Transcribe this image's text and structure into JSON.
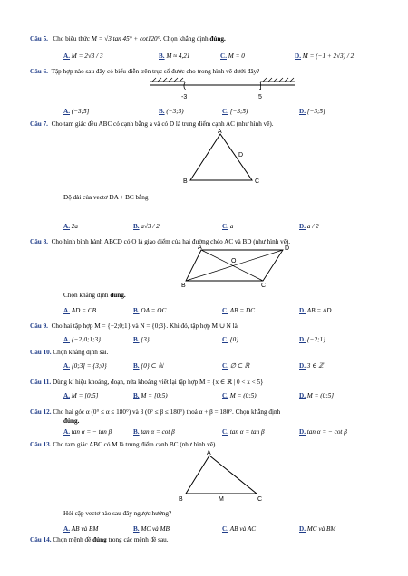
{
  "q5": {
    "num": "Câu 5.",
    "text": "Cho biểu thức",
    "expr": "M = √3 tan 45° + cot120°",
    "tail": ". Chọn khẳng định",
    "bold": "đúng.",
    "opts": [
      {
        "k": "A.",
        "v": "M = 2√3 / 3"
      },
      {
        "k": "B.",
        "v": "M ≈ 4,21"
      },
      {
        "k": "C.",
        "v": "M = 0"
      },
      {
        "k": "D.",
        "v": "M = (−1 + 2√3) / 2"
      }
    ]
  },
  "q6": {
    "num": "Câu 6.",
    "text": "Tập hợp nào sau đây có biểu diễn trên trục số được cho trong hình vẽ dưới đây?",
    "axis": {
      "left": "-3",
      "right": "5",
      "left_bracket": "(",
      "right_bracket": "]"
    },
    "opts": [
      {
        "k": "A.",
        "v": "(−3;5]"
      },
      {
        "k": "B.",
        "v": "(−3;5)"
      },
      {
        "k": "C.",
        "v": "[−3;5)"
      },
      {
        "k": "D.",
        "v": "[−3;5]"
      }
    ]
  },
  "q7": {
    "num": "Câu 7.",
    "text": "Cho tam giác đều ABC có cạnh bằng a và có D là trung điểm cạnh AC (như hình vẽ).",
    "fig": {
      "A": "A",
      "B": "B",
      "C": "C",
      "D": "D"
    },
    "sub": "Độ dài của vectơ DA + BC bằng",
    "opts": [
      {
        "k": "A.",
        "v": "2a"
      },
      {
        "k": "B.",
        "v": "a√3 / 2"
      },
      {
        "k": "C.",
        "v": "a"
      },
      {
        "k": "D.",
        "v": "a / 2"
      }
    ]
  },
  "q8": {
    "num": "Câu 8.",
    "text": "Cho hình bình hành ABCD có O là giao điểm của hai đường chéo AC và BD (như hình vẽ).",
    "fig": {
      "A": "A",
      "B": "B",
      "C": "C",
      "D": "D",
      "O": "O"
    },
    "sub": "Chọn khẳng định",
    "bold": "đúng.",
    "opts": [
      {
        "k": "A.",
        "v": "AD = CB"
      },
      {
        "k": "B.",
        "v": "OA = OC"
      },
      {
        "k": "C.",
        "v": "AB = DC"
      },
      {
        "k": "D.",
        "v": "AB = AD"
      }
    ]
  },
  "q9": {
    "num": "Câu 9.",
    "text": "Cho hai tập hợp M = {−2;0;1} và N = {0;3}. Khi đó, tập hợp M ∪ N là",
    "opts": [
      {
        "k": "A.",
        "v": "{−2;0;1;3}"
      },
      {
        "k": "B.",
        "v": "{3}"
      },
      {
        "k": "C.",
        "v": "{0}"
      },
      {
        "k": "D.",
        "v": "{−2;1}"
      }
    ]
  },
  "q10": {
    "num": "Câu 10.",
    "text": "Chọn khẳng định sai.",
    "opts": [
      {
        "k": "A.",
        "v": "[0;3] = {3;0}"
      },
      {
        "k": "B.",
        "v": "{0} ⊂ ℕ"
      },
      {
        "k": "C.",
        "v": "∅ ⊂ ℝ"
      },
      {
        "k": "D.",
        "v": "3 ∈ ℤ"
      }
    ]
  },
  "q11": {
    "num": "Câu 11.",
    "text": "Dùng kí hiệu khoảng, đoạn, nửa khoảng viết lại tập hợp M = {x ∈ ℝ | 0 < x < 5}",
    "opts": [
      {
        "k": "A.",
        "v": "M = [0;5]"
      },
      {
        "k": "B.",
        "v": "M = [0;5)"
      },
      {
        "k": "C.",
        "v": "M = (0;5)"
      },
      {
        "k": "D.",
        "v": "M = (0;5]"
      }
    ]
  },
  "q12": {
    "num": "Câu 12.",
    "text": "Cho hai góc α (0° ≤ α ≤ 180°) và β (0° ≤ β ≤ 180°) thoả α + β = 180°. Chọn khẳng định",
    "bold": "đúng.",
    "opts": [
      {
        "k": "A.",
        "v": "tan α = − tan β"
      },
      {
        "k": "B.",
        "v": "tan α = cot β"
      },
      {
        "k": "C.",
        "v": "tan α = tan β"
      },
      {
        "k": "D.",
        "v": "tan α = − cot β"
      }
    ]
  },
  "q13": {
    "num": "Câu 13.",
    "text": "Cho tam giác ABC có M là trung điểm cạnh BC (như hình vẽ).",
    "fig": {
      "A": "A",
      "B": "B",
      "C": "C",
      "M": "M"
    },
    "sub": "Hỏi cặp vectơ nào sau đây ngược hướng?",
    "opts": [
      {
        "k": "A.",
        "v": "AB và BM"
      },
      {
        "k": "B.",
        "v": "MC và MB"
      },
      {
        "k": "C.",
        "v": "AB và AC"
      },
      {
        "k": "D.",
        "v": "MC và BM"
      }
    ]
  },
  "q14": {
    "num": "Câu 14.",
    "text": "Chọn mệnh đề",
    "bold": "đúng",
    "tail": "trong các mệnh đề sau."
  }
}
